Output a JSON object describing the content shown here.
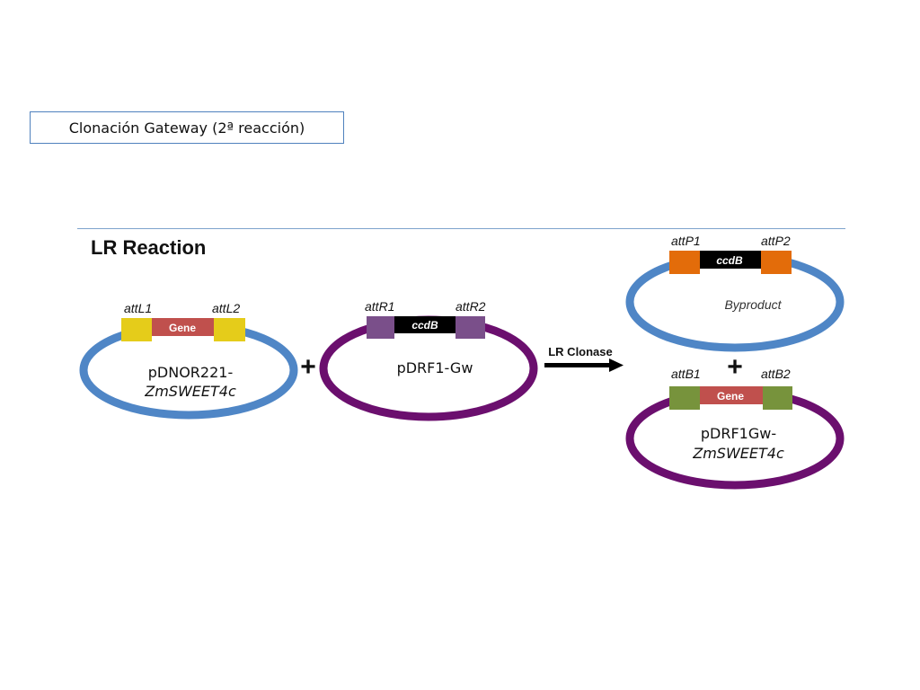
{
  "title_box": "Clonación Gateway (2ª reacción)",
  "heading": "LR Reaction",
  "colors": {
    "blue_ring": "#4f86c6",
    "purple_ring": "#6b0f6e",
    "yellow_att": "#e5cc1a",
    "gene_red": "#c0504d",
    "purple_att": "#7a4f8a",
    "orange_att": "#e36c0a",
    "green_att": "#77933c",
    "ccdb_black": "#000000"
  },
  "plasmid_1": {
    "left_site": "attL1",
    "right_site": "attL2",
    "insert": "Gene",
    "name_line1": "pDNOR221-",
    "name_line2": "ZmSWEET4c"
  },
  "plasmid_2": {
    "left_site": "attR1",
    "right_site": "attR2",
    "insert": "ccdB",
    "name_line1": "pDRF1-Gw"
  },
  "plus_symbol": "+",
  "arrow_label": "LR Clonase",
  "byproduct": {
    "left_site": "attP1",
    "right_site": "attP2",
    "insert": "ccdB",
    "label": "Byproduct"
  },
  "product": {
    "left_site": "attB1",
    "right_site": "attB2",
    "insert": "Gene",
    "name_line1": "pDRF1Gw-",
    "name_line2": "ZmSWEET4c"
  }
}
